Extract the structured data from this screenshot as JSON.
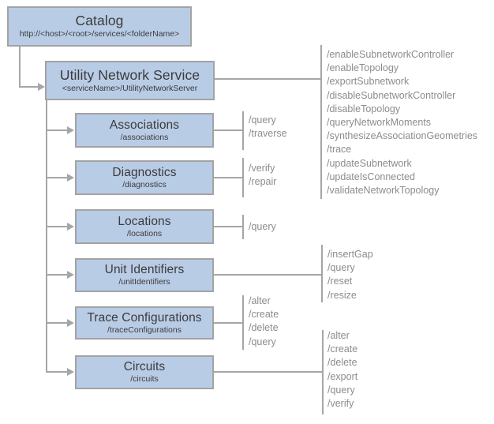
{
  "diagram": {
    "colors": {
      "box_fill": "#b9cce6",
      "box_border": "#a3a3a3",
      "line": "#a6a6a6",
      "title_text": "#3b3b3b",
      "ops_text": "#8c8c8c"
    },
    "catalog": {
      "title": "Catalog",
      "subtitle": "http://<host>/<root>/services/<folderName>"
    },
    "service": {
      "title": "Utility Network Service",
      "subtitle": "<serviceName>/UtilityNetworkServer",
      "operations": [
        "/enableSubnetworkController",
        "/enableTopology",
        "/exportSubnetwork",
        "/disableSubnetworkController",
        "/disableTopology",
        "/queryNetworkMoments",
        "/synthesizeAssociationGeometries",
        "/trace",
        "/updateSubnetwork",
        "/updateIsConnected",
        "/validateNetworkTopology"
      ]
    },
    "resources": [
      {
        "title": "Associations",
        "subtitle": "/associations",
        "operations": [
          "/query",
          "/traverse"
        ]
      },
      {
        "title": "Diagnostics",
        "subtitle": "/diagnostics",
        "operations": [
          "/verify",
          "/repair"
        ]
      },
      {
        "title": "Locations",
        "subtitle": "/locations",
        "operations": [
          "/query"
        ]
      },
      {
        "title": "Unit Identifiers",
        "subtitle": "/unitIdentifiers",
        "operations": [
          "/insertGap",
          "/query",
          "/reset",
          "/resize"
        ]
      },
      {
        "title": "Trace Configurations",
        "subtitle": "/traceConfigurations",
        "operations": [
          "/alter",
          "/create",
          "/delete",
          "/query"
        ]
      },
      {
        "title": "Circuits",
        "subtitle": "/circuits",
        "operations": [
          "/alter",
          "/create",
          "/delete",
          "/export",
          "/query",
          "/verify"
        ]
      }
    ]
  }
}
